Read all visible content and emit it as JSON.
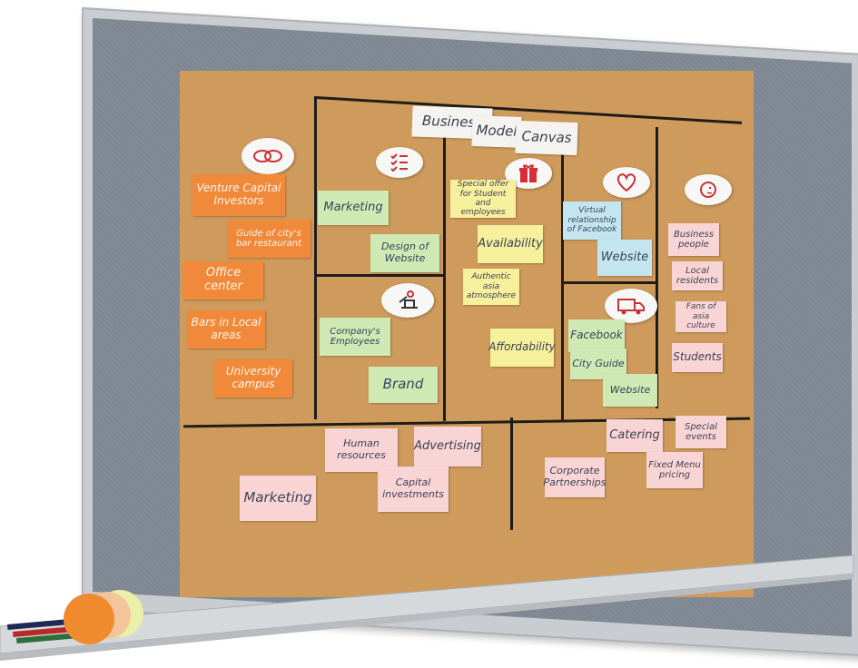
{
  "canvas_title": [
    "Business",
    "Model",
    "Canvas"
  ],
  "key_partners": [
    "Venture Capital Investors",
    "Guide of city's bar restaurant",
    "Office center",
    "Bars in Local areas",
    "University campus"
  ],
  "key_activities": [
    "Marketing",
    "Design of Website"
  ],
  "key_resources": [
    "Company's Employees",
    "Brand"
  ],
  "value_propositions": [
    "Special offer for Student and employees",
    "Availability",
    "Authentic asia atmosphere",
    "Affordability"
  ],
  "customer_relationships": [
    "Virtual relationship of Facebook",
    "Website"
  ],
  "channels": [
    "Facebook",
    "City Guide",
    "Website"
  ],
  "customer_segments": [
    "Business people",
    "Local residents",
    "Fans of asia culture",
    "Students"
  ],
  "cost_structure": [
    "Human resources",
    "Advertising",
    "Marketing",
    "Capital investments"
  ],
  "revenue_streams": [
    "Catering",
    "Special events",
    "Corporate Partnerships",
    "Fixed Menu pricing"
  ],
  "icons": [
    "chain-link-icon",
    "checklist-icon",
    "gift-icon",
    "heart-icon",
    "smiley-face-icon",
    "worker-icon",
    "delivery-truck-icon"
  ],
  "colors": {
    "board": "#7e8791",
    "paper": "#cf9b5c",
    "orange_note": "#f08a3a",
    "green_note": "#cfe9b4",
    "yellow_note": "#f6ef9c",
    "pink_note": "#f8d4d4",
    "blue_note": "#c3e5ef"
  }
}
